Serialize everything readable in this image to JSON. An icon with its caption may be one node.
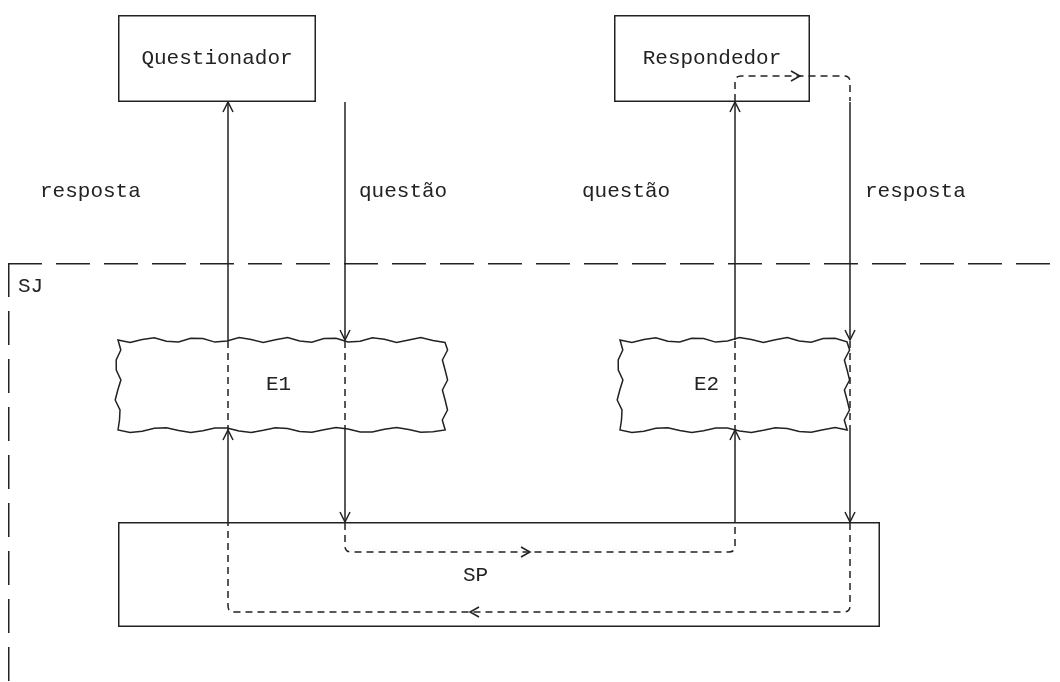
{
  "diagram": {
    "nodes": [
      {
        "text": [
          "Questionador"
        ]
      },
      {
        "text": [
          "Respondedor"
        ]
      },
      {
        "text": [
          "SJ"
        ]
      },
      {
        "text": [
          "E1"
        ],
        "in": 2
      },
      {
        "text": [
          "E2"
        ],
        "in": 2
      },
      {
        "text": [
          "SP"
        ],
        "in": 2
      }
    ],
    "edges": [
      {
        "from": 0,
        "to": 3,
        "arrow": "to",
        "label": "questão"
      },
      {
        "from": 3,
        "to": 0,
        "arrow": "to",
        "label": "resposta"
      },
      {
        "from": 3,
        "to": 5,
        "arrow": "to"
      },
      {
        "from": 5,
        "to": 3,
        "arrow": "to"
      },
      {
        "from": 4,
        "to": 1,
        "arrow": "to",
        "label": "questão"
      },
      {
        "from": 5,
        "to": 4,
        "arrow": "to"
      },
      {
        "from": 1,
        "to": 4,
        "arrow": "to",
        "label": "resposta"
      },
      {
        "from": 4,
        "to": 5,
        "arrow": "to"
      }
    ]
  }
}
